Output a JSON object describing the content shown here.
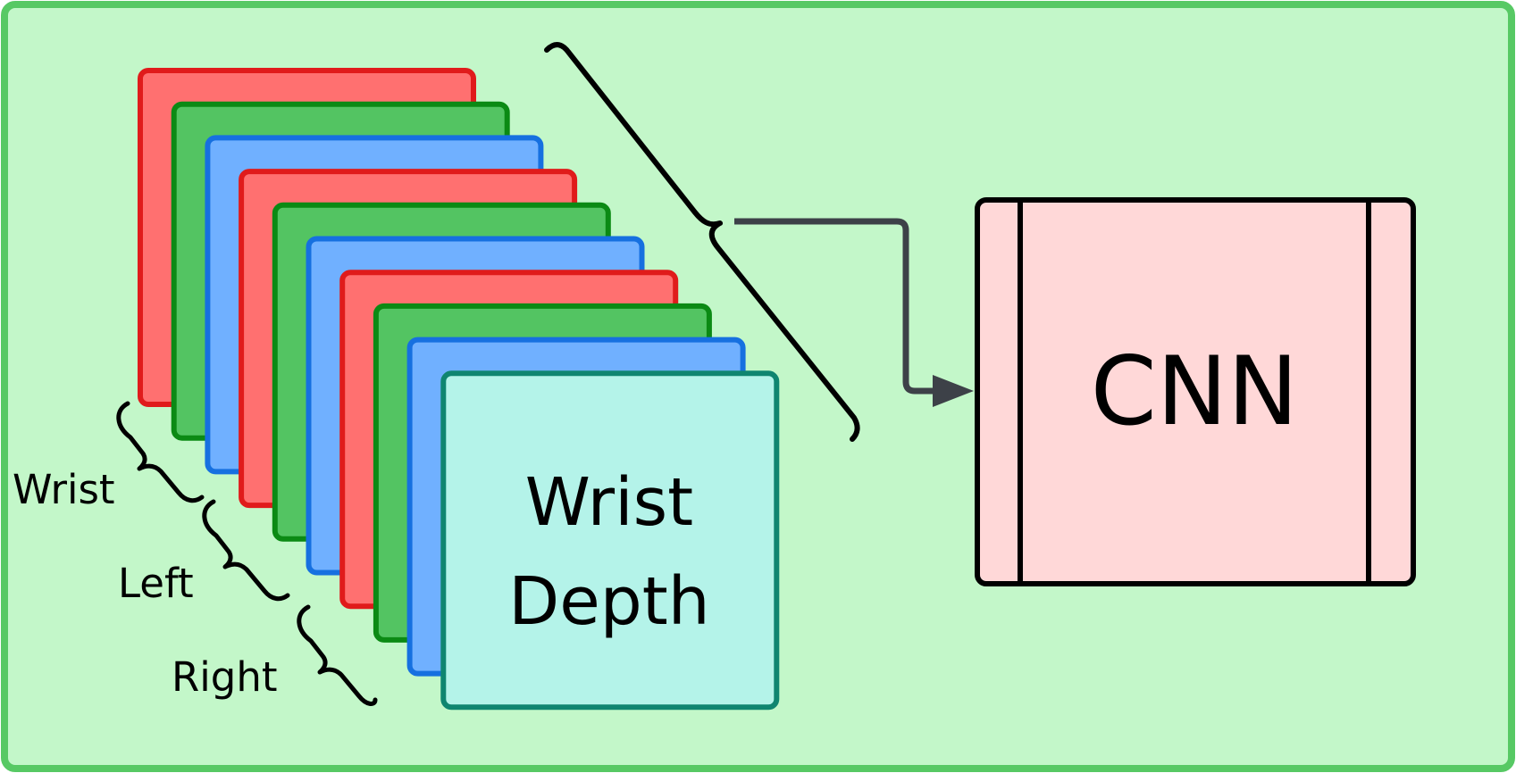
{
  "colors": {
    "background_fill": "#c3f7c9",
    "background_border": "#57c964",
    "red_frame_fill": "#ff7070",
    "red_frame_border": "#e01b1b",
    "green_frame_fill": "#53c462",
    "green_frame_border": "#0b8a14",
    "blue_frame_fill": "#70b0ff",
    "blue_frame_border": "#1670e0",
    "depth_frame_fill": "#b4f3e9",
    "depth_frame_border": "#0f8570",
    "cnn_fill": "#ffd8d8",
    "arrow": "#3d4148"
  },
  "stack": {
    "frames": [
      {
        "color": "red"
      },
      {
        "color": "green"
      },
      {
        "color": "blue"
      },
      {
        "color": "red"
      },
      {
        "color": "green"
      },
      {
        "color": "blue"
      },
      {
        "color": "red"
      },
      {
        "color": "green"
      },
      {
        "color": "blue"
      },
      {
        "color": "depth"
      }
    ],
    "front_frame": {
      "line1": "Wrist",
      "line2": "Depth"
    }
  },
  "labels": {
    "wrist": "Wrist",
    "left": "Left",
    "right": "Right"
  },
  "cnn": {
    "label": "CNN"
  }
}
